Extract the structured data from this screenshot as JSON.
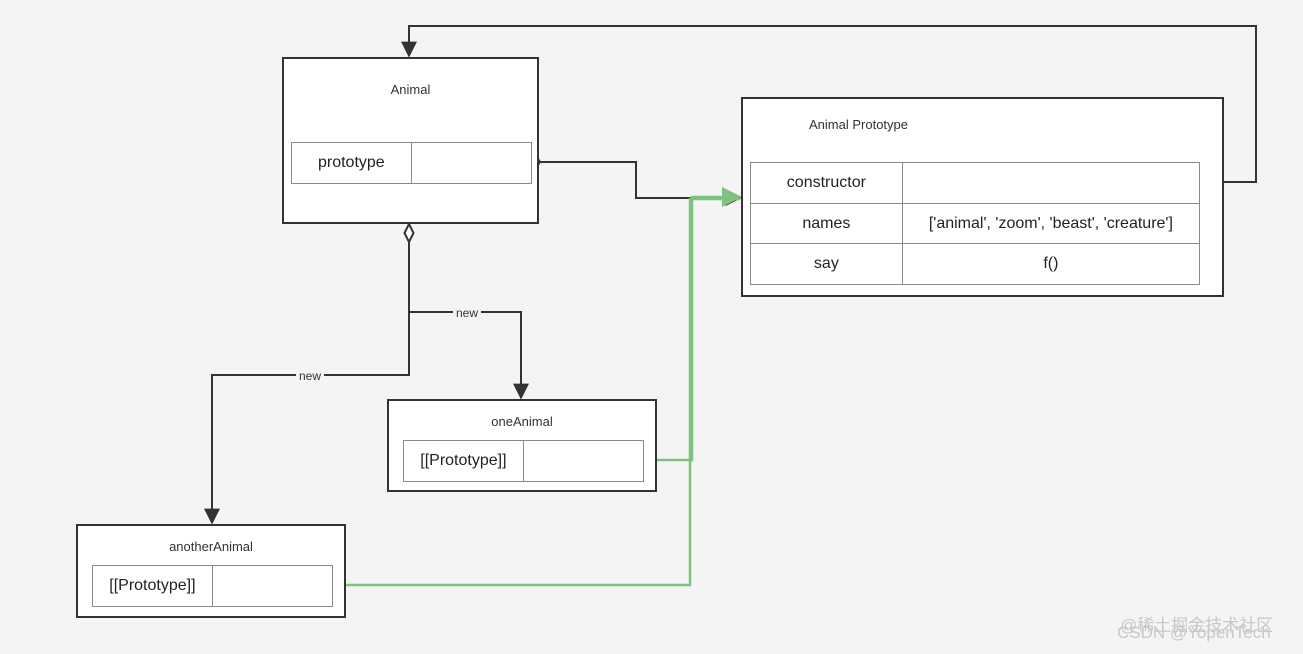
{
  "colors": {
    "line": "#333333",
    "proto_link": "#7fc27f",
    "background": "#f4f4f4"
  },
  "animal": {
    "title": "Animal",
    "row": {
      "key": "prototype",
      "value": ""
    }
  },
  "animal_prototype": {
    "title": "Animal Prototype",
    "rows": [
      {
        "key": "constructor",
        "value": ""
      },
      {
        "key": "names",
        "value": "['animal', 'zoom', 'beast', 'creature']"
      },
      {
        "key": "say",
        "value": "f()"
      }
    ]
  },
  "one_animal": {
    "title": "oneAnimal",
    "row": {
      "key": "[[Prototype]]",
      "value": ""
    }
  },
  "another_animal": {
    "title": "anotherAnimal",
    "row": {
      "key": "[[Prototype]]",
      "value": ""
    }
  },
  "edges": {
    "new_label_1": "new",
    "new_label_2": "new"
  },
  "watermark": {
    "line1": "@稀土掘金技术社区",
    "line2": "CSDN @YopenTech"
  }
}
